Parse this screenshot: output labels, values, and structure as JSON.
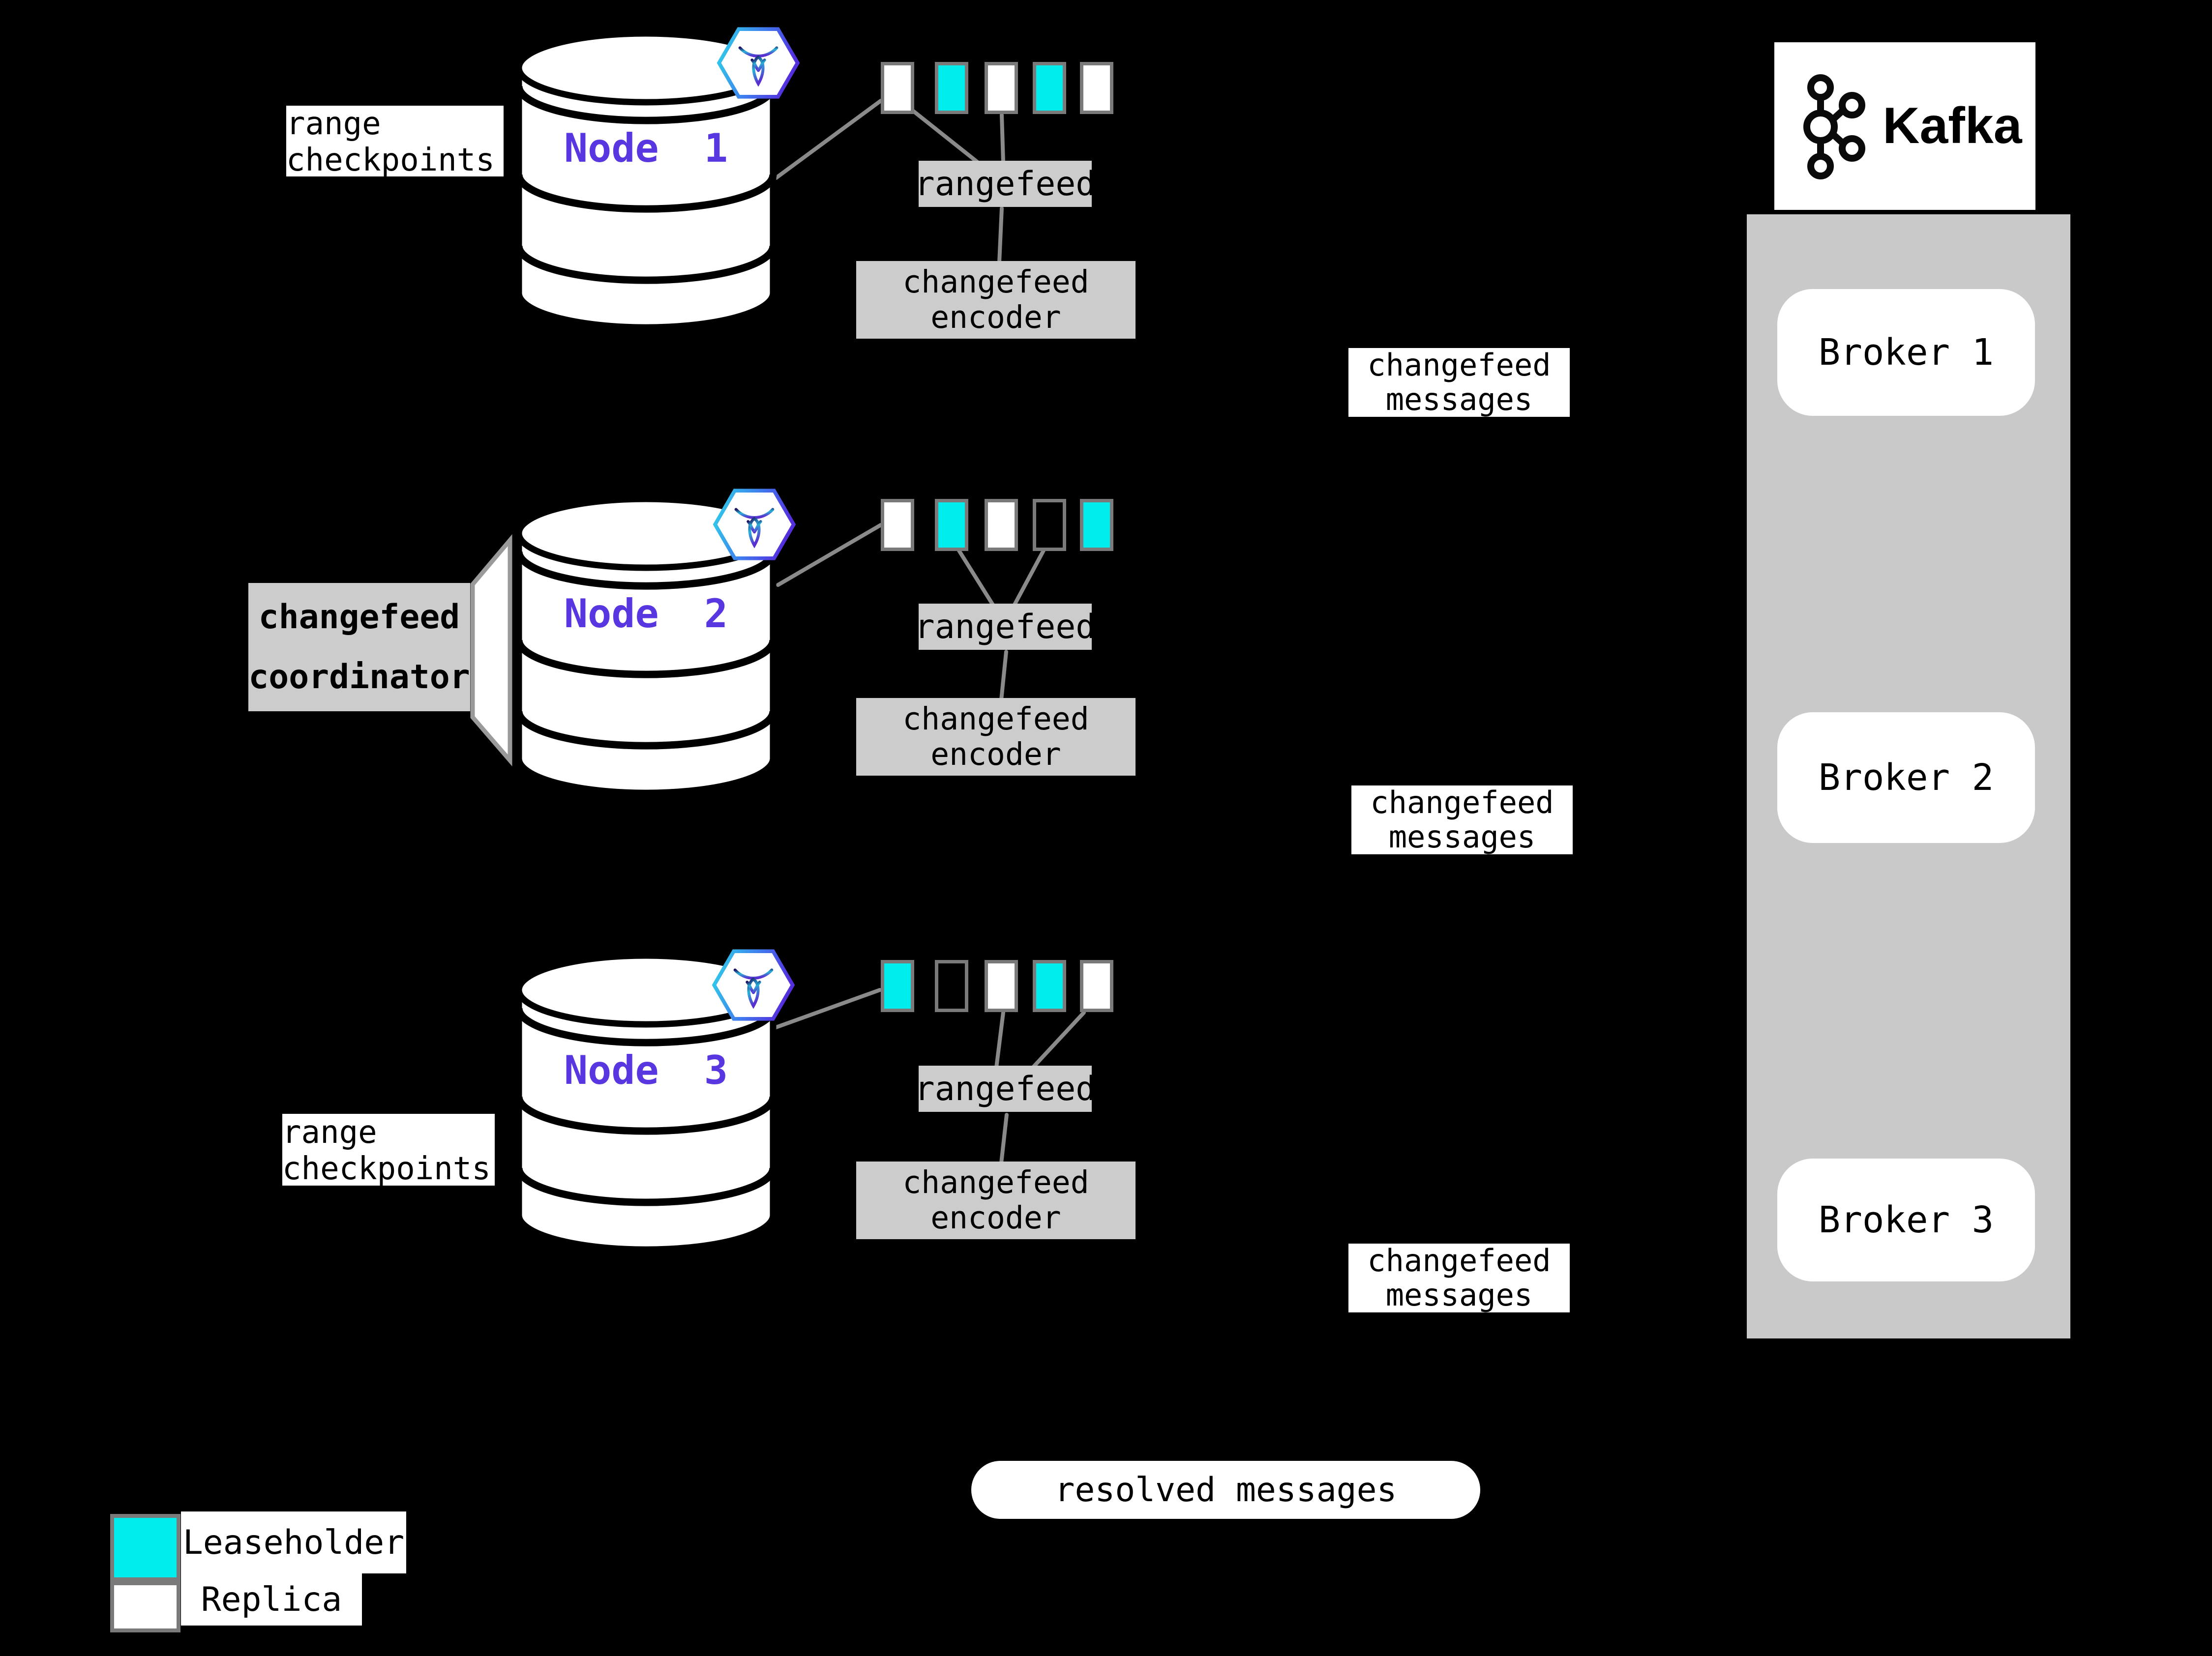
{
  "colors": {
    "background": "#000000",
    "cyan": "#00eded",
    "purple": "#5836e0",
    "box-gray": "#cccccc",
    "container-gray": "#c9c9c9",
    "line-gray": "#8a8a8a",
    "border-gray": "#7a7a7a",
    "white": "#ffffff",
    "black": "#000000"
  },
  "nodes": [
    {
      "label": "Node 1",
      "checkpoint_lines": [
        "range",
        "checkpoints"
      ],
      "squares": [
        "replica",
        "leaseholder",
        "replica",
        "leaseholder",
        "replica"
      ]
    },
    {
      "label": "Node 2",
      "coordinator_lines": [
        "changefeed",
        "coordinator"
      ],
      "squares": [
        "replica",
        "leaseholder",
        "replica",
        "empty",
        "leaseholder"
      ]
    },
    {
      "label": "Node 3",
      "checkpoint_lines": [
        "range",
        "checkpoints"
      ],
      "squares": [
        "leaseholder",
        "empty",
        "replica",
        "leaseholder",
        "replica"
      ]
    }
  ],
  "flow": {
    "rangefeed": "rangefeed",
    "encoder_lines": [
      "changefeed",
      "encoder"
    ],
    "messages_lines": [
      "changefeed",
      "messages"
    ]
  },
  "kafka": {
    "title": "Kafka",
    "brokers": [
      "Broker 1",
      "Broker 2",
      "Broker 3"
    ]
  },
  "resolved_label": "resolved messages",
  "legend": {
    "items": [
      {
        "label": "Leaseholder",
        "kind": "leaseholder"
      },
      {
        "label": "Replica",
        "kind": "replica"
      }
    ]
  }
}
